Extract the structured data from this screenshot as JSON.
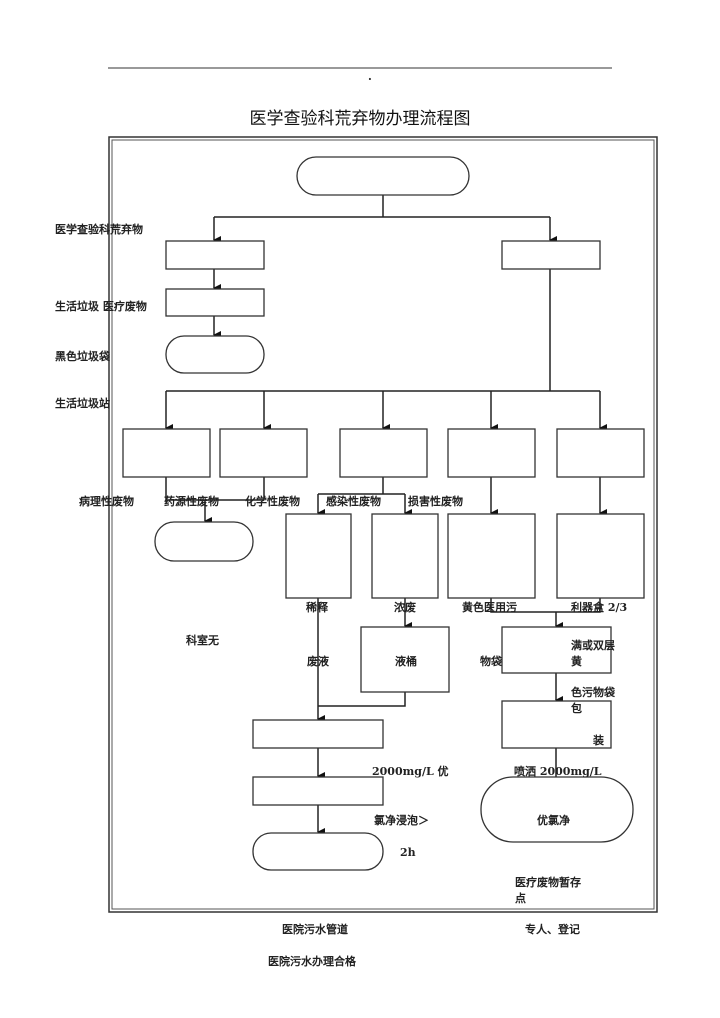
{
  "title": "医学查验科荒弃物办理流程图",
  "header_dot": ".",
  "left_labels": [
    "医学查验科荒弃物",
    "生活垃圾 医疗废物",
    "黑色垃圾袋",
    "生活垃圾站"
  ],
  "categories": [
    "病理性废物",
    "药源性废物",
    "化学性废物",
    "感染性废物",
    "损害性废物"
  ],
  "row2_labels": [
    "稀释",
    "浓废",
    "黄色医用污",
    "利器盒 2/3"
  ],
  "notes": {
    "dept_none": "科室无",
    "waste_liquid": "废液",
    "liquid_bucket": "液桶",
    "bag": "物袋",
    "full_double_1": "满或双层",
    "full_double_2": "黄",
    "color_bag": "色污物袋",
    "pack_1": "包",
    "pack_2": "装",
    "conc_left": "2000mg/L 优",
    "spray": "喷洒 2000mg/L",
    "soak": "氯净浸泡＞",
    "hours": "2h",
    "disinfectant": "优氯净",
    "storage_1": "医疗废物暂存",
    "storage_2": "点",
    "sewer": "医院污水管道",
    "register": "专人、登记",
    "qualified": "医院污水办理合格"
  }
}
